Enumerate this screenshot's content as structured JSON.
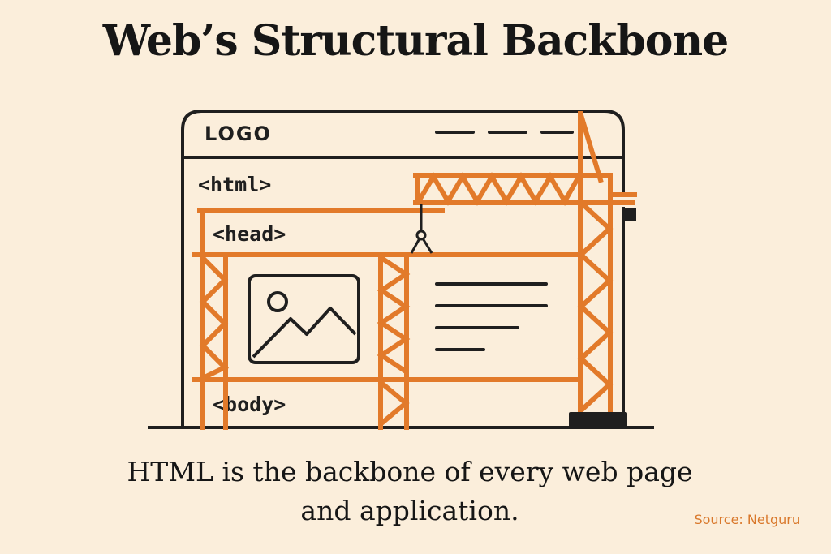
{
  "title": "Web’s Structural Backbone",
  "browser": {
    "logo": "LOGO",
    "tags": {
      "html": "<html>",
      "head": "<head>",
      "body": "<body>"
    }
  },
  "caption": {
    "line1": "HTML is the backbone of every web page",
    "line2": "and application."
  },
  "source": "Source: Netguru",
  "colors": {
    "background": "#fbeedb",
    "scaffold": "#e27a2a",
    "ink": "#1f1f1f"
  }
}
